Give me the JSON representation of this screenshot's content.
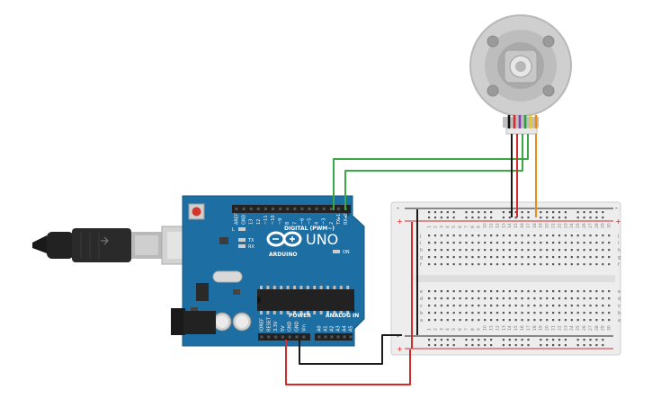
{
  "board": {
    "brand": "ARDUINO",
    "model": "UNO",
    "digital_header_label": "DIGITAL (PWM~)",
    "power_header_label": "POWER",
    "analog_header_label": "ANALOG IN",
    "led_labels": [
      "L",
      "TX",
      "RX",
      "ON"
    ],
    "digital_pins": [
      "AREF",
      "GND",
      "13",
      "12",
      "~11",
      "~10",
      "~9",
      "8",
      "7",
      "~6",
      "~5",
      "4",
      "~3",
      "2",
      "TX▸1",
      "RX◂0"
    ],
    "power_pins": [
      "IOREF",
      "RESET",
      "3.3V",
      "5V",
      "GND",
      "GND",
      "Vin"
    ],
    "analog_pins": [
      "A0",
      "A1",
      "A2",
      "A3",
      "A4",
      "A5"
    ],
    "colors": {
      "pcb": "#1d6ea3",
      "header": "#222222",
      "reset": "#d4352b"
    }
  },
  "breadboard": {
    "rail_plus": "+",
    "rail_minus": "-",
    "row_letters": [
      "j",
      "i",
      "h",
      "g",
      "f",
      "e",
      "d",
      "c",
      "b",
      "a"
    ],
    "column_count": 30,
    "colors": {
      "body": "#ededed",
      "rail_red": "#d22b2b",
      "rail_black": "#222222"
    }
  },
  "motor": {
    "wire_colors": [
      "#111111",
      "#d22b2b",
      "#8a3fb0",
      "#2e9e3c",
      "#e3cc1b",
      "#e98b15"
    ]
  },
  "connections": {
    "wire_colors": {
      "power": "#d22b2b",
      "ground": "#1a1a1a",
      "signal": "#3aa845",
      "supply": "#e98b15"
    }
  }
}
